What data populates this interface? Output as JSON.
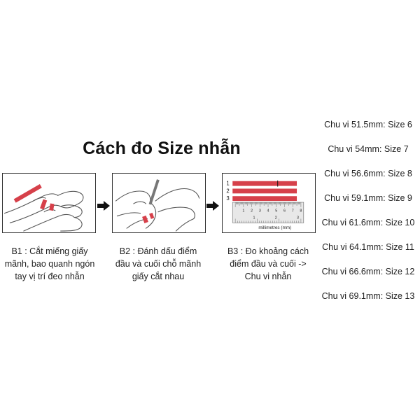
{
  "title": "Cách đo Size nhẫn",
  "steps": [
    {
      "caption_lines": [
        "B1 : Cắt miếng giấy",
        "mãnh, bao quanh ngón",
        "tay vị trí đeo nhẫn"
      ]
    },
    {
      "caption_lines": [
        "B2 : Đánh dấu điểm",
        "đầu và cuối chỗ mãnh",
        "giấy cắt nhau"
      ]
    },
    {
      "caption_lines": [
        "B3 : Đo khoảng cách",
        "điểm đầu và cuối ->",
        "Chu vi nhẫn"
      ]
    }
  ],
  "ruler": {
    "strip_labels": [
      "1",
      "2",
      "3"
    ],
    "unit_label": "millimetres (mm)",
    "scale_numbers": [
      "1",
      "2",
      "3",
      "4",
      "5",
      "6",
      "7",
      "8"
    ],
    "small_numbers": [
      "1",
      "2",
      "3"
    ]
  },
  "sizes": [
    "Chu vi 51.5mm: Size 6",
    "Chu vi 54mm: Size 7",
    "Chu vi 56.6mm: Size 8",
    "Chu vi 59.1mm: Size 9",
    "Chu vi 61.6mm: Size 10",
    "Chu vi 64.1mm: Size 11",
    "Chu vi 66.6mm: Size 12",
    "Chu vi 69.1mm: Size 13"
  ],
  "colors": {
    "strip": "#d6404a",
    "outline": "#333333",
    "ruler_bg": "#e8e8e8"
  },
  "icons": [
    "hand-paper-wrap-illustration",
    "hand-mark-pen-illustration",
    "ruler-measure-illustration",
    "arrow-right-icon"
  ]
}
